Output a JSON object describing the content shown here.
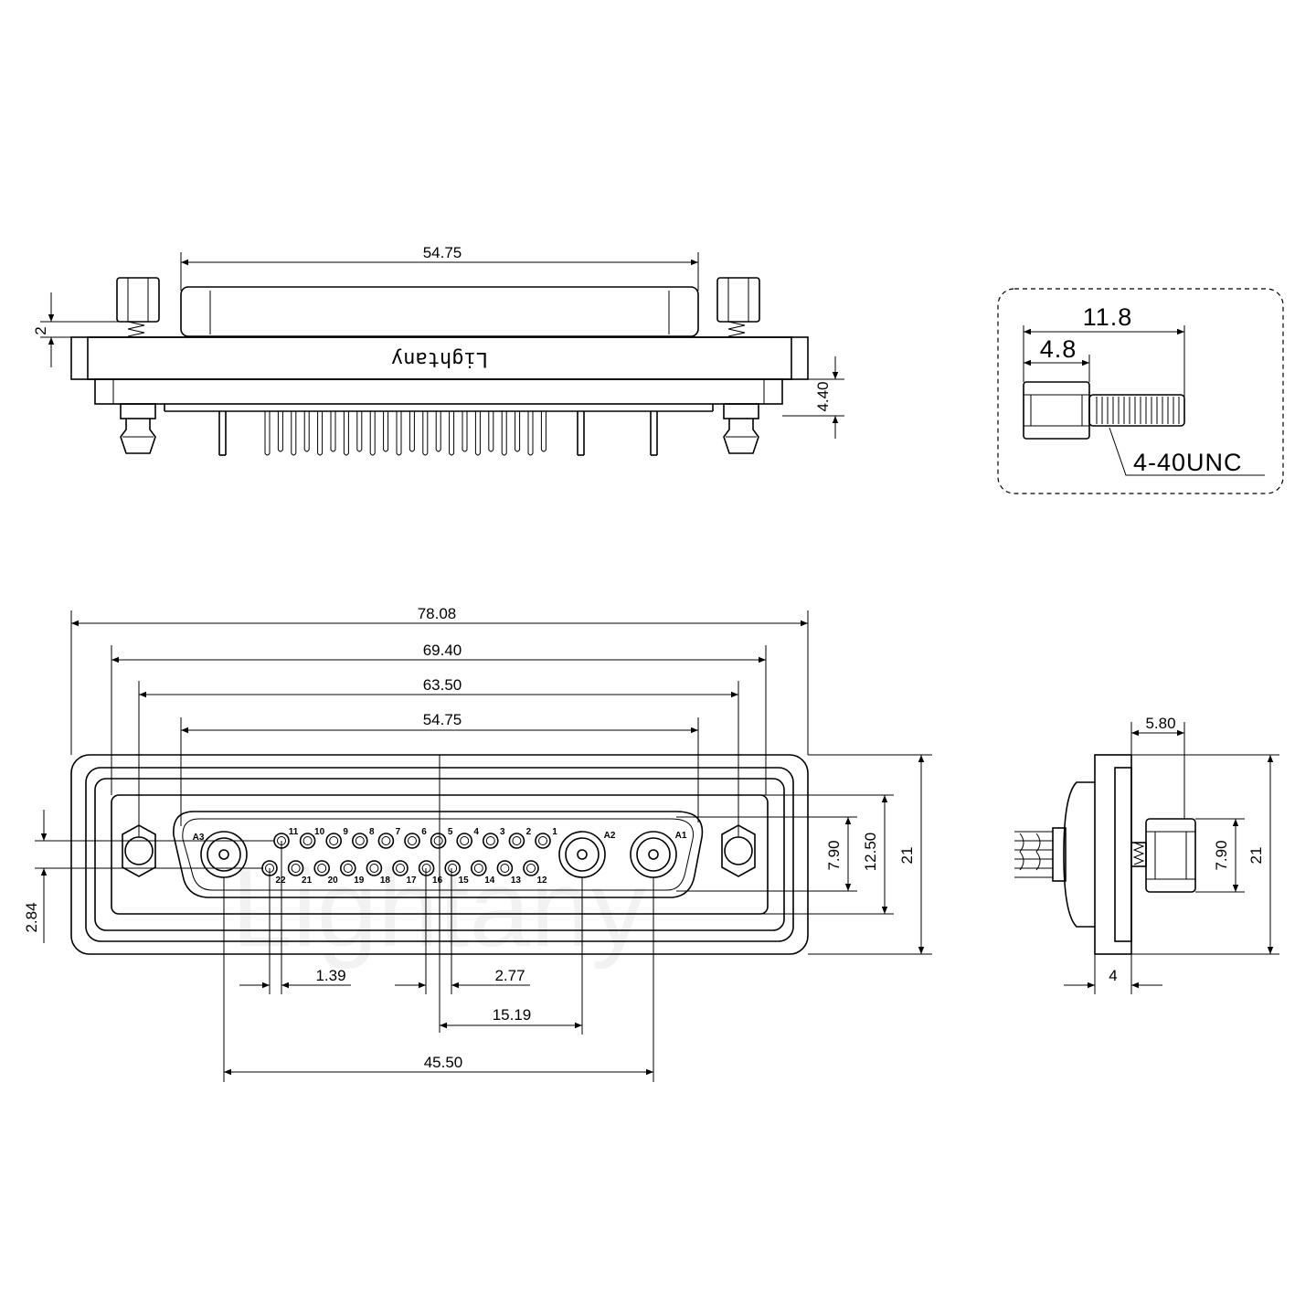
{
  "brand": "Lightany",
  "watermark": "Lightany",
  "top_view": {
    "width_dim": "54.75",
    "screw_gap_dim": "2",
    "depth_dim": "4.40"
  },
  "screw_detail": {
    "total_length": "11.8",
    "head_length": "4.8",
    "thread_spec": "4-40UNC"
  },
  "front_view": {
    "dims": {
      "overall_width": "78.08",
      "mount_hole_spacing": "69.40",
      "inner_shell": "63.50",
      "shell_width": "54.75",
      "pin_pitch": "1.39",
      "row_offset": "2.77",
      "coax_offset": "15.19",
      "coax_span": "45.50",
      "row_spacing": "2.84",
      "coax_height": "7.90",
      "shell_height": "12.50",
      "overall_height": "21"
    },
    "coax_labels": [
      "A3",
      "A2",
      "A1"
    ],
    "top_row_pins": [
      "11",
      "10",
      "9",
      "8",
      "7",
      "6",
      "5",
      "4",
      "3",
      "2",
      "1"
    ],
    "bottom_row_pins": [
      "22",
      "21",
      "20",
      "19",
      "18",
      "17",
      "16",
      "15",
      "14",
      "13",
      "12"
    ]
  },
  "side_view": {
    "dims": {
      "screw_offset": "5.80",
      "screw_height": "7.90",
      "overall_height": "21",
      "flange_thickness": "4"
    }
  }
}
